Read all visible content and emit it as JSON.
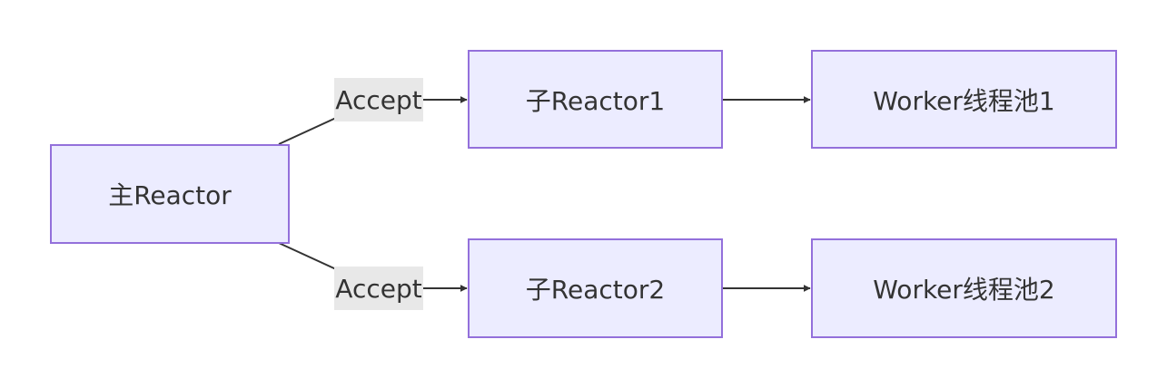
{
  "nodes": {
    "main_reactor": "主Reactor",
    "sub_reactor_1": "子Reactor1",
    "sub_reactor_2": "子Reactor2",
    "worker_pool_1": "Worker线程池1",
    "worker_pool_2": "Worker线程池2"
  },
  "edge_labels": {
    "accept_1": "Accept",
    "accept_2": "Accept"
  },
  "colors": {
    "node_fill": "#ECECFF",
    "node_border": "#9370DB",
    "edge": "#333333",
    "label_background": "#e8e8e8",
    "text": "#333333"
  }
}
